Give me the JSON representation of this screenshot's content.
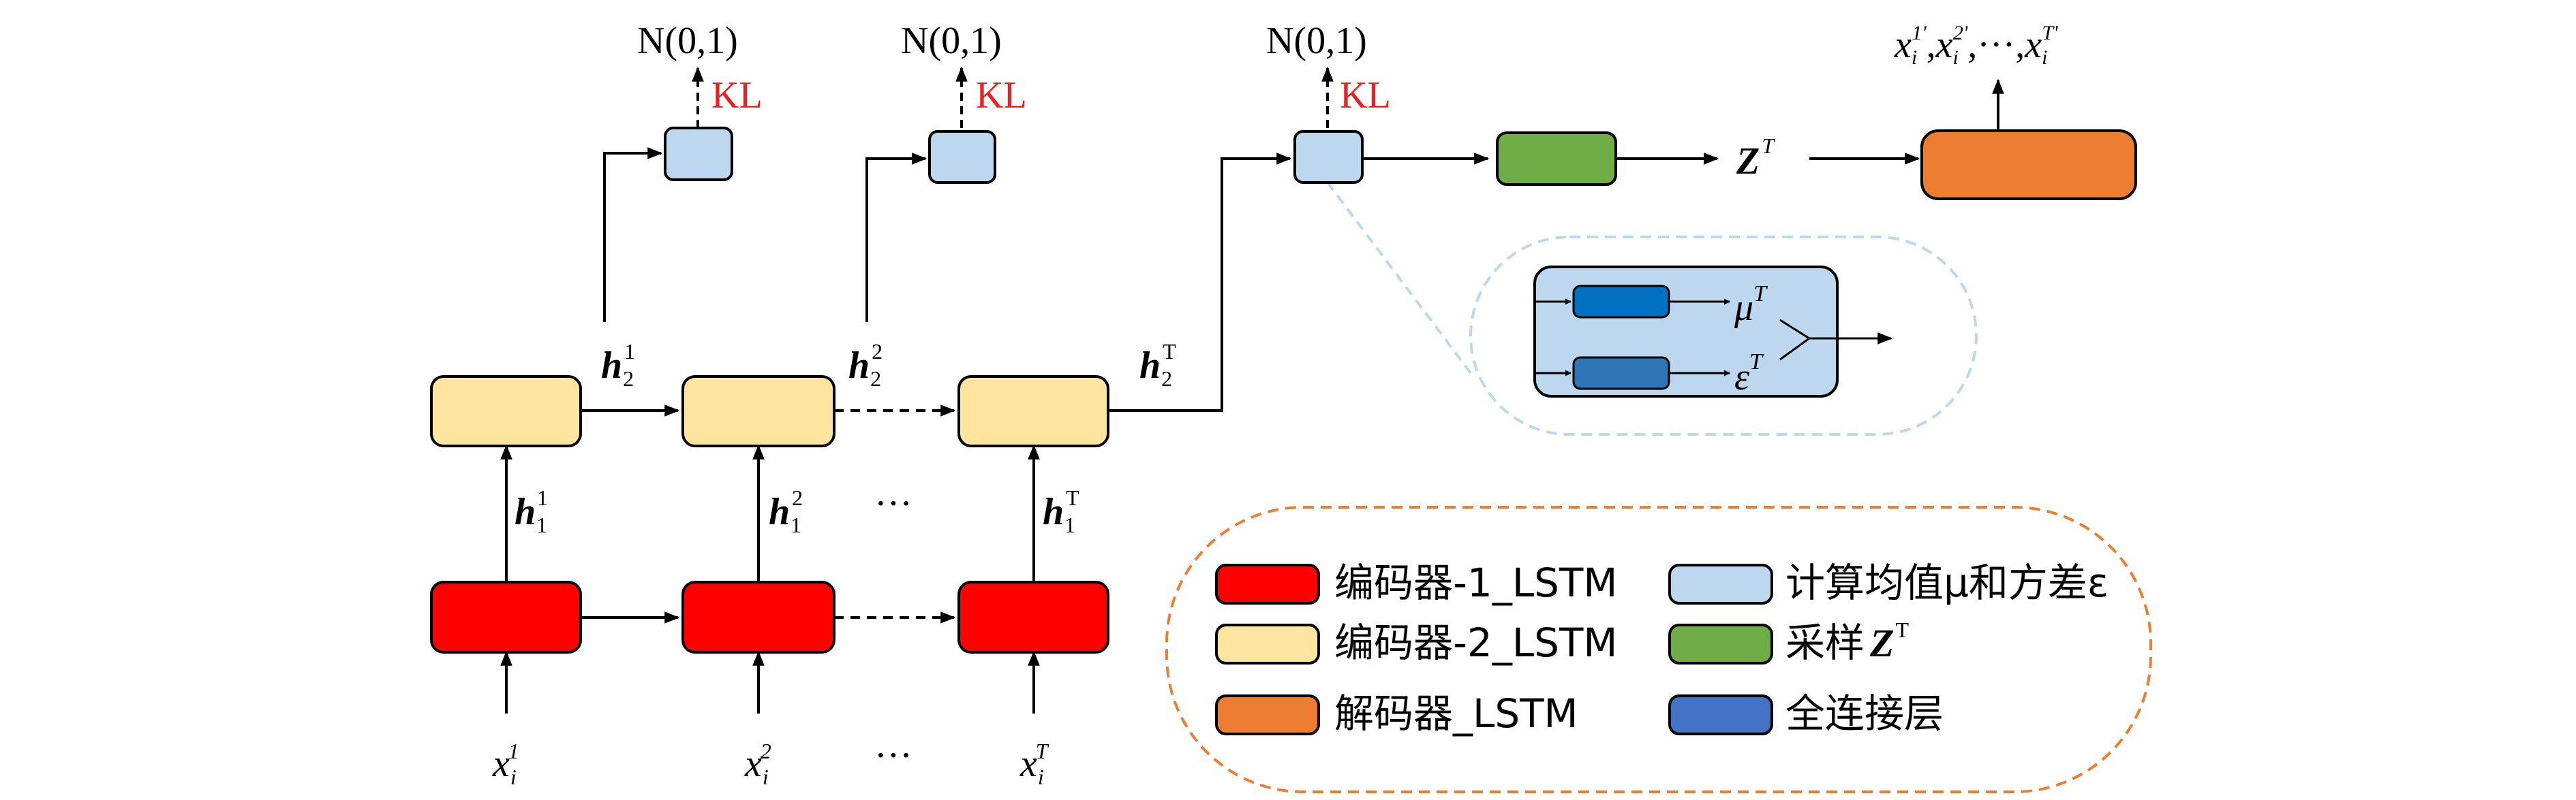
{
  "diagram": {
    "inputs": [
      {
        "base": "x",
        "sub": "i",
        "sup": "1"
      },
      {
        "base": "x",
        "sub": "i",
        "sup": "2"
      },
      {
        "base": "x",
        "sub": "i",
        "sup": "T"
      }
    ],
    "input_ellipsis": "···",
    "h1_labels": [
      {
        "base": "h",
        "sub": "1",
        "sup": "1"
      },
      {
        "base": "h",
        "sub": "1",
        "sup": "2"
      },
      {
        "base": "h",
        "sub": "1",
        "sup": "T"
      }
    ],
    "h1_ellipsis": "···",
    "h2_labels": [
      {
        "base": "h",
        "sub": "2",
        "sup": "1"
      },
      {
        "base": "h",
        "sub": "2",
        "sup": "2"
      },
      {
        "base": "h",
        "sub": "2",
        "sup": "T"
      }
    ],
    "prior_label": "N(0,1)",
    "kl_label": "KL",
    "latent_label": {
      "base": "Z",
      "sup": "T"
    },
    "output_label": {
      "parts": [
        {
          "base": "x",
          "sub": "i",
          "sup": "1'"
        },
        {
          "base": "x",
          "sub": "i",
          "sup": "2'"
        },
        {
          "base": "x",
          "sub": "i",
          "sup": "T'"
        }
      ],
      "separator": ",",
      "ellipsis": "···"
    },
    "zoom_detail": {
      "mu_label": {
        "base": "μ",
        "sup": "T"
      },
      "eps_label": {
        "base": "ε",
        "sup": "T"
      }
    }
  },
  "legend": {
    "items": [
      {
        "label": "编码器-1_LSTM",
        "color": "#ff0000"
      },
      {
        "label": "编码器-2_LSTM",
        "color": "#ffe5a0"
      },
      {
        "label": "解码器_LSTM",
        "color": "#ed7d31"
      },
      {
        "label": "计算均值μ和方差ε",
        "color": "#bdd7ee"
      },
      {
        "label": "采样",
        "label_math": {
          "base": "Z",
          "sup": "T"
        },
        "color": "#70ad47"
      },
      {
        "label": "全连接层",
        "color": "#4472c4"
      }
    ]
  },
  "colors": {
    "encoder1": "#ff0000",
    "encoder2": "#ffe5a0",
    "decoder": "#ed7d31",
    "mean_var": "#bdd7ee",
    "sampler": "#70ad47",
    "dense": "#4472c4",
    "dense_dark": "#0070c0",
    "legend_border": "#ed7d31",
    "zoom_border": "#bdd7ee",
    "kl": "#e8201f"
  }
}
